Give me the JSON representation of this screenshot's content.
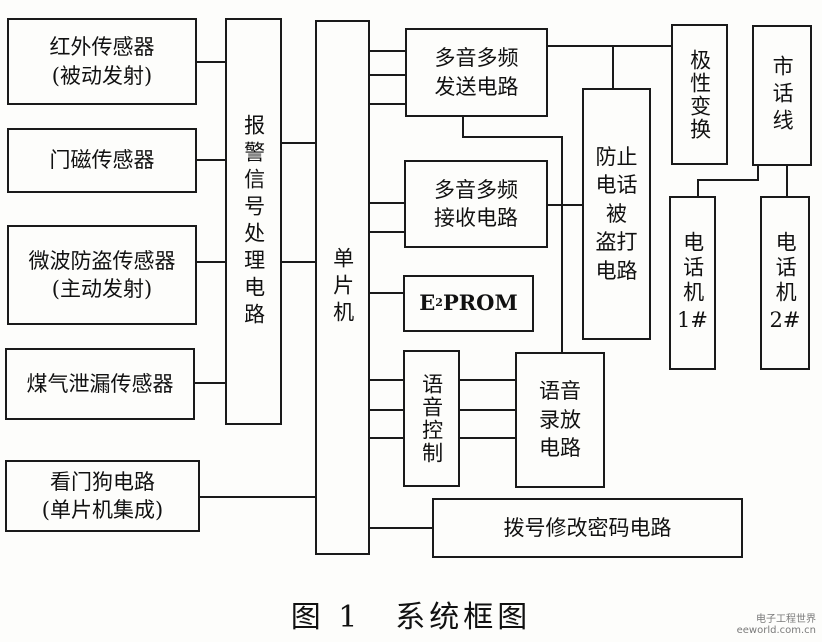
{
  "diagram": {
    "sensors": [
      {
        "line1": "红外传感器",
        "line2": "(被动发射)"
      },
      {
        "line1": "门磁传感器"
      },
      {
        "line1": "微波防盗传感器",
        "line2": "(主动发射)"
      },
      {
        "line1": "煤气泄漏传感器"
      },
      {
        "line1": "看门狗电路",
        "line2": "(单片机集成)"
      }
    ],
    "alarm_processing": "报警信号处理电路",
    "mcu": "单片机",
    "dtmf_send": {
      "line1": "多音多频",
      "line2": "发送电路"
    },
    "dtmf_receive": {
      "line1": "多音多频",
      "line2": "接收电路"
    },
    "eeprom": {
      "base": "E",
      "sup": "2",
      "rest": "PROM"
    },
    "voice_control": "语音控制",
    "voice_record": {
      "line1": "语音",
      "line2": "录放",
      "line3": "电路"
    },
    "dial_password": "拨号修改密码电路",
    "anti_theft": {
      "line1": "防止",
      "line2": "电话",
      "line3": "被",
      "line4": "盗打",
      "line5": "电路"
    },
    "polarity": "极性变换",
    "city_line": "市话线",
    "phone1": {
      "label": "电话机",
      "num": "1#"
    },
    "phone2": {
      "label": "电话机",
      "num": "2#"
    }
  },
  "caption": "图 1　系统框图",
  "watermark": {
    "line1": "电子工程世界",
    "line2": "eeworld.com.cn"
  }
}
